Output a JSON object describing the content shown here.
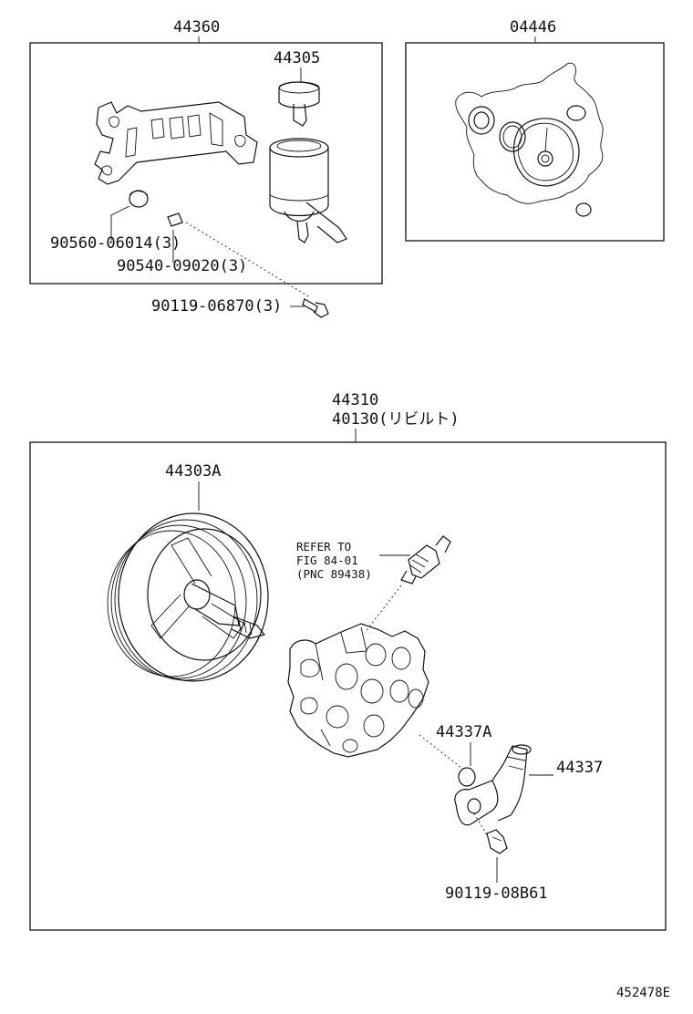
{
  "groups": {
    "reservoir_group": {
      "part_no": "44360"
    },
    "gasket_kit": {
      "part_no": "04446"
    },
    "pump_assembly": {
      "part_no": "44310",
      "rebuilt_part_no": "40130(リビルト)"
    }
  },
  "callouts": {
    "reservoir": "44305",
    "cushion": "90560-06014(3)",
    "collar": "90540-09020(3)",
    "bolt_bracket": "90119-06870(3)",
    "pulley": "44303A",
    "refer_line1": "REFER TO",
    "refer_line2": "FIG 84-01",
    "refer_line3": "(PNC 89438)",
    "o_ring": "44337A",
    "union": "44337",
    "bolt_union": "90119-08B61"
  },
  "figure_id": "452478E"
}
